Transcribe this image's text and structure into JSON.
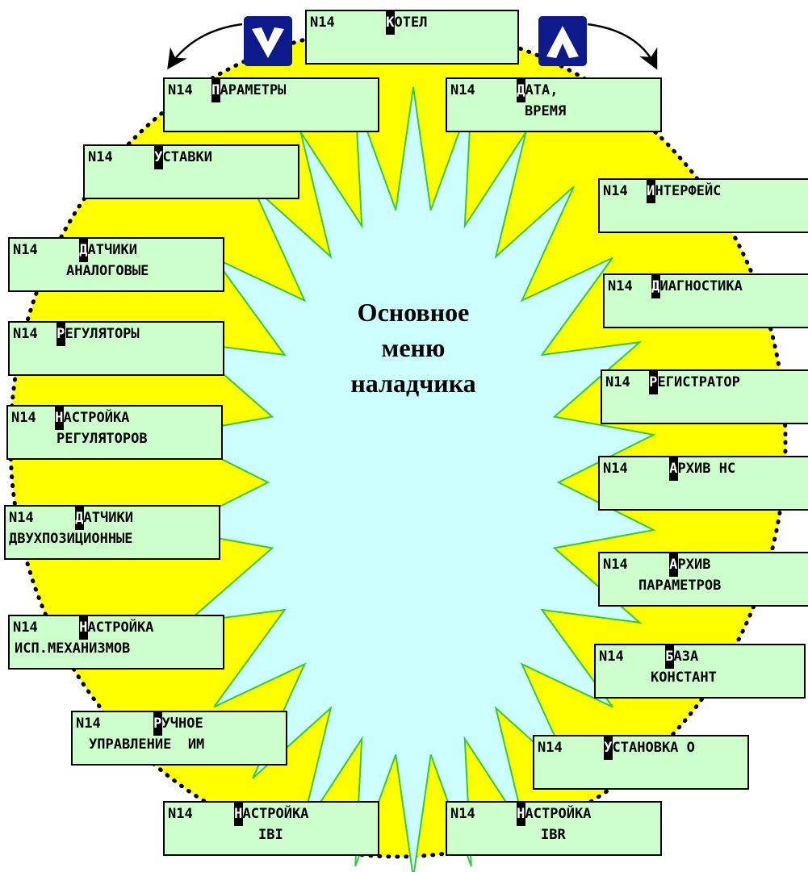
{
  "center_title": [
    "Основное",
    "меню",
    "наладчика"
  ],
  "colors": {
    "circle_fill": "#ffff00",
    "star_fill": "#ccffff",
    "star_stroke": "#33cc33",
    "box_fill": "#ccffcc",
    "nav_button": "#0d1a8c"
  },
  "nav": {
    "down_icon": "chevron-down-icon",
    "up_icon": "chevron-up-icon"
  },
  "menu_items": [
    {
      "prefix": "N14",
      "cursor": "К",
      "rest": "ОТЕЛ",
      "line2": ""
    },
    {
      "prefix": "N14",
      "cursor": "П",
      "rest": "АРАМЕТРЫ",
      "line2": ""
    },
    {
      "prefix": "N14",
      "cursor": "Д",
      "rest": "АТА,",
      "line2": "ВРЕМЯ"
    },
    {
      "prefix": "N14",
      "cursor": "У",
      "rest": "СТАВКИ",
      "line2": ""
    },
    {
      "prefix": "N14",
      "cursor": "И",
      "rest": "НТЕРФЕЙС",
      "line2": ""
    },
    {
      "prefix": "N14",
      "cursor": "Д",
      "rest": "АТЧИКИ",
      "line2": "АНАЛОГОВЫЕ"
    },
    {
      "prefix": "N14",
      "cursor": "Д",
      "rest": "ИАГНОСТИКА",
      "line2": ""
    },
    {
      "prefix": "N14",
      "cursor": "Р",
      "rest": "ЕГУЛЯТОРЫ",
      "line2": ""
    },
    {
      "prefix": "N14",
      "cursor": "Р",
      "rest": "ЕГИСТРАТОР",
      "line2": ""
    },
    {
      "prefix": "N14",
      "cursor": "Н",
      "rest": "АСТРОЙКА",
      "line2": "РЕГУЛЯТОРОВ"
    },
    {
      "prefix": "N14",
      "cursor": "А",
      "rest": "РХИВ НС",
      "line2": ""
    },
    {
      "prefix": "N14",
      "cursor": "Д",
      "rest": "АТЧИКИ",
      "line2": "ДВУХПОЗИЦИОННЫЕ"
    },
    {
      "prefix": "N14",
      "cursor": "А",
      "rest": "РХИВ",
      "line2": "ПАРАМЕТРОВ"
    },
    {
      "prefix": "N14",
      "cursor": "Н",
      "rest": "АСТРОЙКА",
      "line2": "ИСП.МЕХАНИЗМОВ"
    },
    {
      "prefix": "N14",
      "cursor": "Б",
      "rest": "АЗА",
      "line2": "КОНСТАНТ"
    },
    {
      "prefix": "N14",
      "cursor": "Р",
      "rest": "УЧНОЕ",
      "line2": "УПРАВЛЕНИЕ  ИМ"
    },
    {
      "prefix": "N14",
      "cursor": "У",
      "rest": "СТАНОВКА О",
      "line2": ""
    },
    {
      "prefix": "N14",
      "cursor": "Н",
      "rest": "АСТРОЙКА",
      "line2": "IBI"
    },
    {
      "prefix": "N14",
      "cursor": "Н",
      "rest": "АСТРОЙКА",
      "line2": "IBR"
    }
  ]
}
